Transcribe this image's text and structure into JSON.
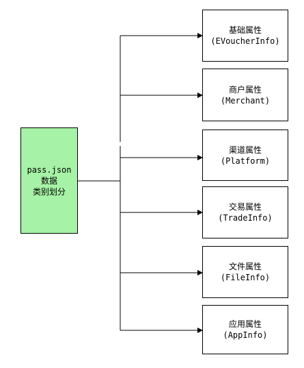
{
  "colors": {
    "root_fill": "#a6f2a6",
    "node_fill": "#ffffff",
    "stroke": "#000000"
  },
  "root": {
    "lines": [
      "pass.json",
      "数据",
      "类别划分"
    ]
  },
  "categories": [
    {
      "title": "基础属性",
      "subtitle": "(EVoucherInfo)"
    },
    {
      "title": "商户属性",
      "subtitle": "(Merchant)"
    },
    {
      "title": "渠道属性",
      "subtitle": "(Platform)"
    },
    {
      "title": "交易属性",
      "subtitle": "(TradeInfo)"
    },
    {
      "title": "文件属性",
      "subtitle": "(FileInfo)"
    },
    {
      "title": "应用属性",
      "subtitle": "(AppInfo)"
    }
  ]
}
